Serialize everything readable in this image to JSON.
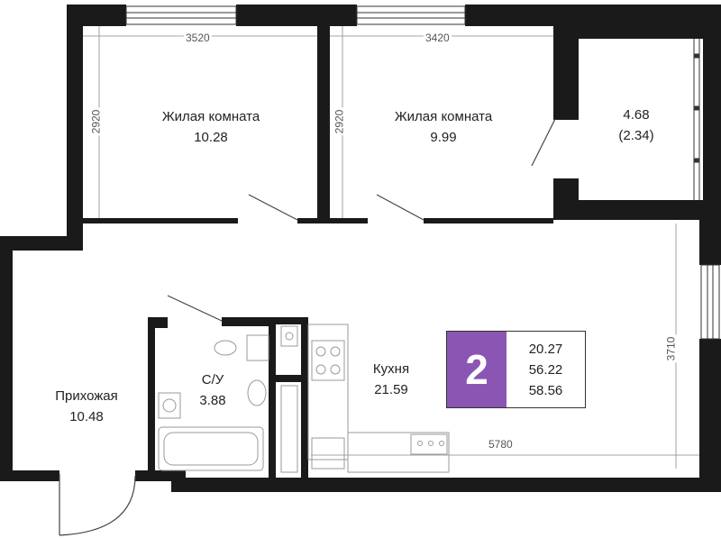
{
  "rooms": [
    {
      "name": "Жилая комната",
      "area": "10.28"
    },
    {
      "name": "Жилая комната",
      "area": "9.99"
    },
    {
      "name": "",
      "area": "4.68",
      "area_alt": "(2.34)"
    },
    {
      "name": "Кухня",
      "area": "21.59"
    },
    {
      "name": "С/У",
      "area": "3.88"
    },
    {
      "name": "Прихожая",
      "area": "10.48"
    }
  ],
  "dimensions": {
    "room1_width": "3520",
    "room2_width": "3420",
    "room1_depth": "2920",
    "room2_depth": "2920",
    "kitchen_depth": "3710",
    "kitchen_length": "5780"
  },
  "badge": {
    "rooms_count": "2",
    "living_area": "20.27",
    "total_area": "56.22",
    "total_area_full": "58.56",
    "accent_color": "#8b56b3"
  }
}
